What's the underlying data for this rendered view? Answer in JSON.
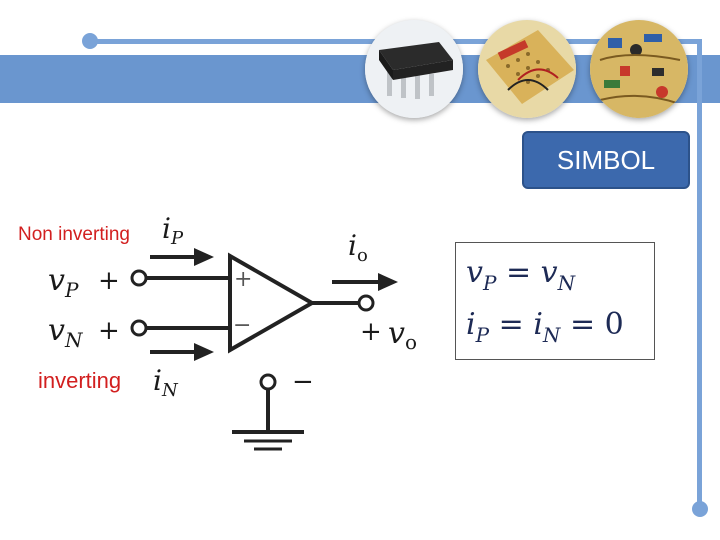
{
  "header": {
    "simbol_label": "SIMBOL",
    "thumbnails": [
      "ic-chip-icon",
      "breadboard-circuit-icon",
      "assembled-circuit-board-icon"
    ]
  },
  "labels": {
    "non_inverting": "Non inverting",
    "inverting": "inverting"
  },
  "schematic": {
    "current_p": "i",
    "current_p_sub": "P",
    "current_n": "i",
    "current_n_sub": "N",
    "current_o": "i",
    "current_o_sub": "o",
    "input_p": "v",
    "input_p_sub": "P",
    "input_n": "v",
    "input_n_sub": "N",
    "output_v": "v",
    "output_v_sub": "o",
    "plus": "+",
    "minus": "−",
    "amp_plus": "+",
    "amp_minus": "−"
  },
  "equations": {
    "line1_lhs": "v",
    "line1_lhs_sub": "P",
    "line1_eq": "=",
    "line1_rhs": "v",
    "line1_rhs_sub": "N",
    "line2_lhs": "i",
    "line2_lhs_sub": "P",
    "line2_eq": "=",
    "line2_rhs": "i",
    "line2_rhs_sub": "N",
    "line2_eq2": "=",
    "line2_zero": "0"
  },
  "colors": {
    "accent": "#6a96cf",
    "button": "#3c69ad",
    "label_red": "#d21f1f"
  }
}
